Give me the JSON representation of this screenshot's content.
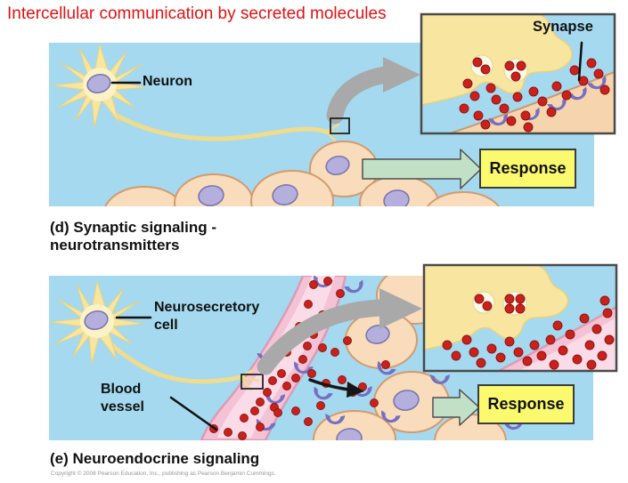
{
  "title": "Intercellular communication by secreted molecules",
  "panel_d": {
    "caption_line1": "(d) Synaptic signaling -",
    "caption_line2": "neurotransmitters",
    "neuron_label": "Neuron",
    "synapse_label": "Synapse",
    "response_label": "Response"
  },
  "panel_e": {
    "caption": "(e) Neuroendocrine signaling",
    "neurosecretory_label_line1": "Neurosecretory",
    "neurosecretory_label_line2": "cell",
    "blood_vessel_label_line1": "Blood",
    "blood_vessel_label_line2": "vessel",
    "response_label": "Response"
  },
  "footer": {
    "copyright": "Copyright © 2008 Pearson Education, Inc., publishing as Pearson Benjamin Cummings."
  },
  "colors": {
    "title_red": "#E31212",
    "panel_blue": "#A4D9F0",
    "cell_fill": "#F8DCBB",
    "cell_outline": "#D49A6E",
    "nucleus_fill": "#B5AFDD",
    "nucleus_outline": "#7C76AE",
    "neuron_yellow": "#F7E5A0",
    "neuron_outline": "#E8D27E",
    "axon_yellow": "#F0DC8C",
    "molecule_red": "#CB211D",
    "molecule_outline": "#871310",
    "receptor_purple": "#7570C2",
    "vessel_pink": "#F4C2D5",
    "vessel_outline": "#DB9CB5",
    "vessel_inner": "#F9DCE8",
    "vesicle_fill": "#FCF9E4",
    "response_yellow": "#FBF96E",
    "green_arrow_fill": "#C2E0C6",
    "gray_arrow": "#A9A9A9",
    "inset_border": "#4A4A4A",
    "postsynaptic_fill": "#F6D5AE"
  }
}
